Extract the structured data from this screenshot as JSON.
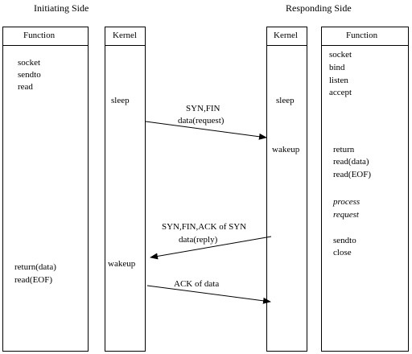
{
  "sides": {
    "initiating": "Initiating Side",
    "responding": "Responding Side"
  },
  "columns": {
    "init_function": "Function",
    "init_kernel": "Kernel",
    "resp_kernel": "Kernel",
    "resp_function": "Function"
  },
  "init_function_calls": {
    "socket": "socket",
    "sendto": "sendto",
    "read": "read",
    "return_data": "return(data)",
    "read_eof": "read(EOF)"
  },
  "init_kernel_states": {
    "sleep": "sleep",
    "wakeup": "wakeup"
  },
  "resp_kernel_states": {
    "sleep": "sleep",
    "wakeup": "wakeup"
  },
  "resp_function_calls": {
    "socket": "socket",
    "bind": "bind",
    "listen": "listen",
    "accept": "accept",
    "return": "return",
    "read_data": "read(data)",
    "read_eof": "read(EOF)",
    "process": "process",
    "request": "request",
    "sendto": "sendto",
    "close": "close"
  },
  "messages": {
    "m1_line1": "SYN,FIN",
    "m1_line2": "data(request)",
    "m2_line1": "SYN,FIN,ACK of SYN",
    "m2_line2": "data(reply)",
    "m3_line1": "ACK of data"
  }
}
